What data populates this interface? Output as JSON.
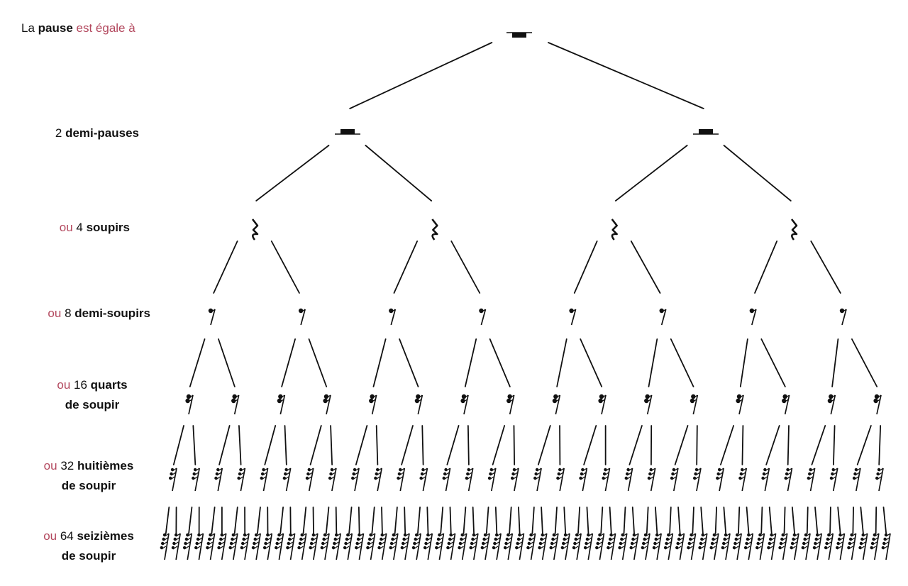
{
  "labels": {
    "l0": {
      "pre": "La ",
      "bold": "pause",
      "accent": " est égale à"
    },
    "l1": {
      "number": "2 ",
      "bold": "demi-pauses"
    },
    "l2": {
      "accent": "ou ",
      "number": "4 ",
      "bold": "soupirs"
    },
    "l3": {
      "accent": "ou ",
      "number": "8 ",
      "bold": "demi-soupirs"
    },
    "l4": {
      "accent": "ou ",
      "number": "16 ",
      "bold": "quarts",
      "line2": "de soupir"
    },
    "l5": {
      "accent": "ou ",
      "number": "32 ",
      "bold": "huitièmes",
      "line2": "de soupir"
    },
    "l6": {
      "accent": "ou ",
      "number": "64 ",
      "bold": "seizièmes",
      "line2": "de soupir"
    }
  },
  "tree": {
    "levels": [
      1,
      2,
      4,
      8,
      16,
      32,
      64
    ],
    "symbols": [
      "whole-rest",
      "half-rest",
      "quarter-rest",
      "eighth-rest",
      "sixteenth-rest",
      "thirty-second-rest",
      "sixty-fourth-rest"
    ]
  },
  "colors": {
    "accent": "#b3485e",
    "ink": "#111111"
  }
}
